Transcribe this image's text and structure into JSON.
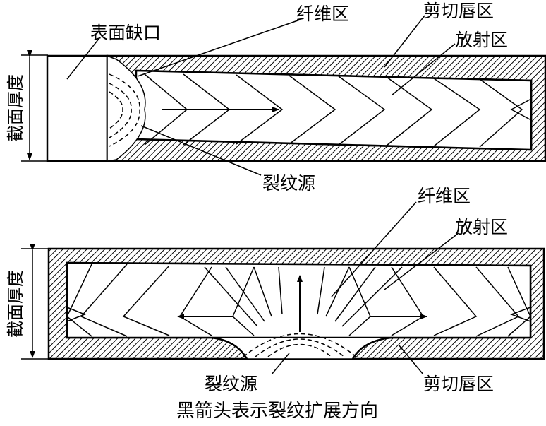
{
  "diagram_title": "",
  "top": {
    "label_notch": "表面缺口",
    "label_fiber": "纤维区",
    "label_shear": "剪切唇区",
    "label_radial": "放射区",
    "label_origin": "裂纹源",
    "label_thickness": "截面厚度"
  },
  "bottom": {
    "label_fiber": "纤维区",
    "label_radial": "放射区",
    "label_origin": "裂纹源",
    "label_shear": "剪切唇区",
    "label_thickness": "截面厚度"
  },
  "caption": "黑箭头表示裂纹扩展方向"
}
